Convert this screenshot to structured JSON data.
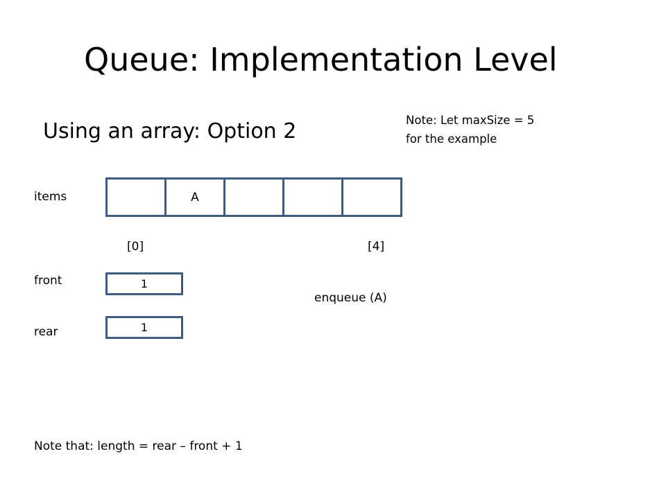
{
  "slide": {
    "title": "Queue:  Implementation Level",
    "subtitle": "Using an array:  Option 2",
    "note_top": [
      "Note:  Let  maxSize = 5",
      "for the example"
    ],
    "note_bottom": "Note that:  length = rear – front + 1"
  },
  "diagram": {
    "items_label": "items",
    "array_cells": [
      "",
      "A",
      "",
      "",
      ""
    ],
    "index_first": "[0]",
    "index_last": "[4]",
    "front_label": "front",
    "front_value": "1",
    "rear_label": "rear",
    "rear_value": "1",
    "operation": "enqueue (A)"
  },
  "colors": {
    "box_border": "#3d5a80",
    "text": "#000000",
    "background": "#ffffff"
  }
}
